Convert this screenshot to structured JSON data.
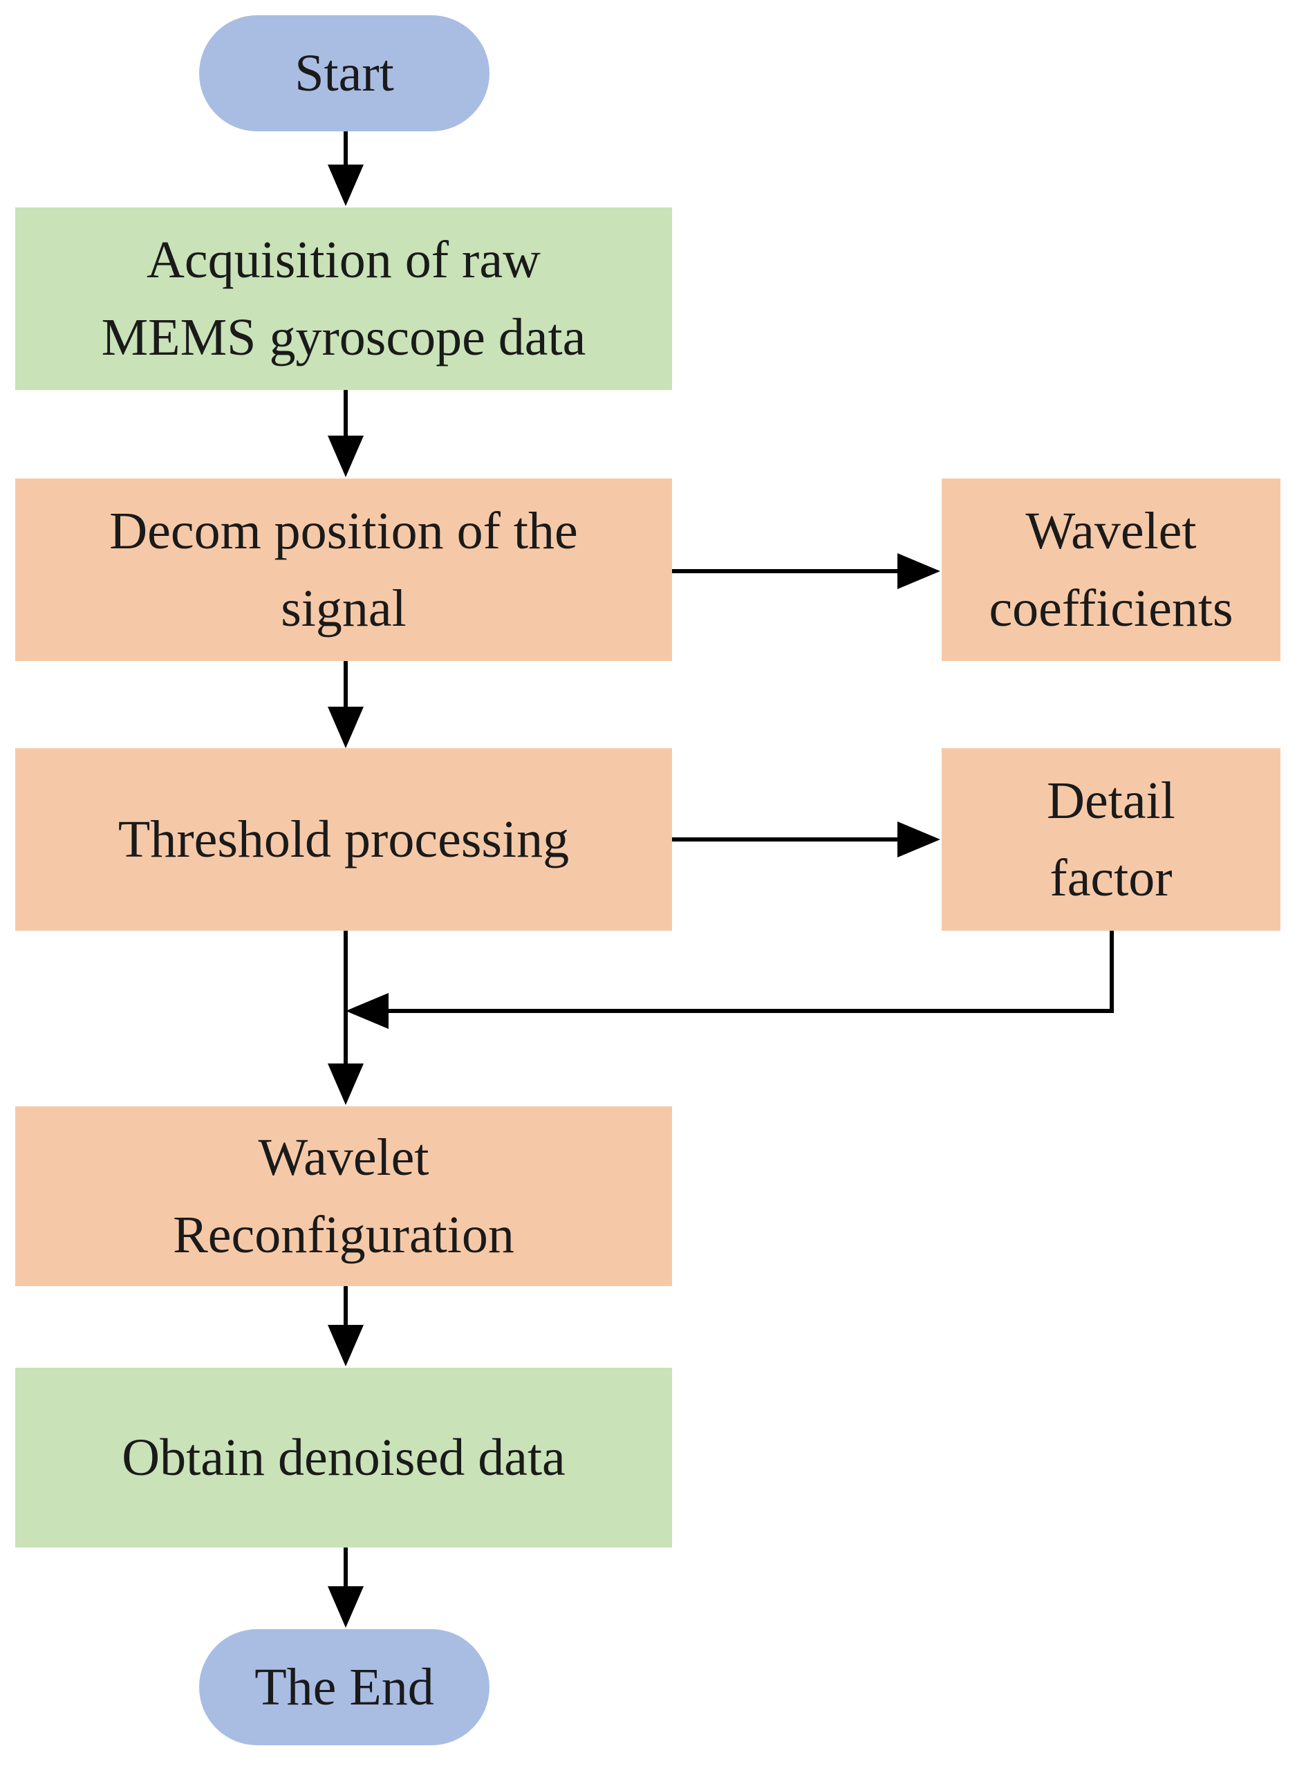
{
  "colors": {
    "terminal": "#a9bde3",
    "io": "#c9e2b8",
    "process": "#f5c9a8",
    "arrow": "#000000",
    "text": "#1a1a1a"
  },
  "nodes": {
    "start": {
      "lines": [
        "Start"
      ]
    },
    "acquisition": {
      "lines": [
        "Acquisition of raw",
        "MEMS gyroscope data"
      ]
    },
    "decomposition": {
      "lines": [
        "Decom position of the",
        "signal"
      ]
    },
    "wavelet_coefficients": {
      "lines": [
        "Wavelet",
        "coefficients"
      ]
    },
    "threshold": {
      "lines": [
        "Threshold processing"
      ]
    },
    "detail_factor": {
      "lines": [
        "Detail",
        "factor"
      ]
    },
    "reconfiguration": {
      "lines": [
        "Wavelet",
        "Reconfiguration"
      ]
    },
    "denoised": {
      "lines": [
        "Obtain denoised data"
      ]
    },
    "end": {
      "lines": [
        "The End"
      ]
    }
  }
}
